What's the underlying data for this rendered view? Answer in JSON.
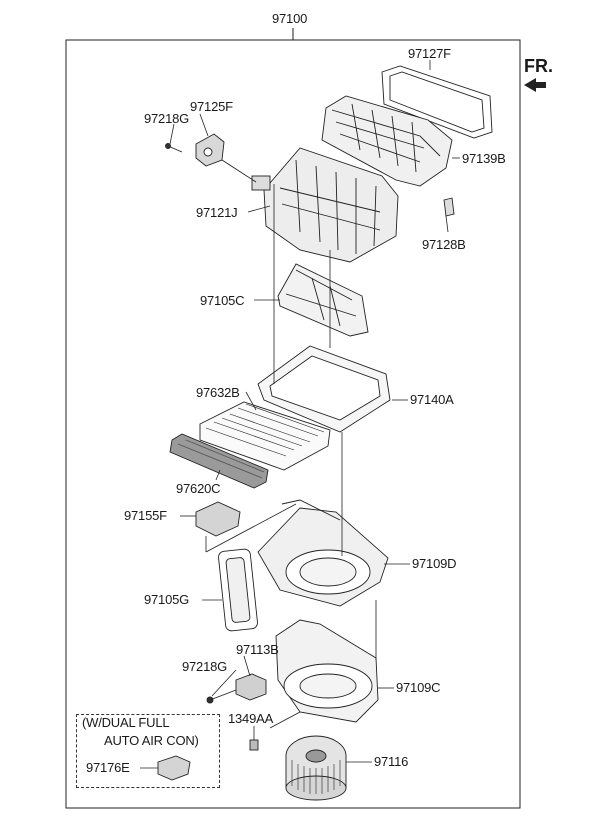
{
  "assembly_number": "97100",
  "direction_indicator": "FR.",
  "option_note": {
    "line1": "(W/DUAL FULL",
    "line2": "AUTO AIR CON)"
  },
  "parts": {
    "97127F": "97127F",
    "97125F": "97125F",
    "97218G_top": "97218G",
    "97139B": "97139B",
    "97121J": "97121J",
    "97128B": "97128B",
    "97105C": "97105C",
    "97632B": "97632B",
    "97140A": "97140A",
    "97620C": "97620C",
    "97155F": "97155F",
    "97109D": "97109D",
    "97105G": "97105G",
    "97113B": "97113B",
    "97218G_bottom": "97218G",
    "97109C": "97109C",
    "1349AA": "1349AA",
    "97116": "97116",
    "97176E": "97176E"
  },
  "colors": {
    "line": "#222222",
    "part_fill": "#f2f2f2",
    "part_shade": "#bdbdbd",
    "background": "#ffffff"
  }
}
